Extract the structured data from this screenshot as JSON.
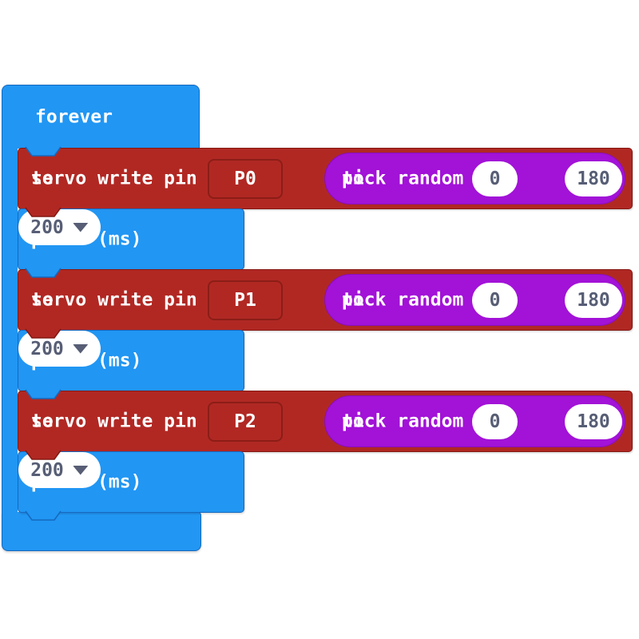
{
  "app": "MakeCode blocks workspace",
  "colors": {
    "background": "#ffffff",
    "loop_block": "#2196F3",
    "loop_block_border": "#1668BE",
    "servo_block": "#B12823",
    "servo_block_border": "#841812",
    "math_block": "#A212D7",
    "math_block_border": "#8A0FB5",
    "field_bg": "#ffffff",
    "field_text": "#575E75",
    "label_text": "#ffffff"
  },
  "forever": {
    "label": "forever"
  },
  "rows": [
    {
      "type": "servo",
      "label": "servo write pin",
      "pin": "P0",
      "to_label": "to",
      "pick": {
        "label": "pick random",
        "min": "0",
        "to_label": "to",
        "max": "180"
      }
    },
    {
      "type": "pause",
      "label": "pause (ms)",
      "value": "200"
    },
    {
      "type": "servo",
      "label": "servo write pin",
      "pin": "P1",
      "to_label": "to",
      "pick": {
        "label": "pick random",
        "min": "0",
        "to_label": "to",
        "max": "180"
      }
    },
    {
      "type": "pause",
      "label": "pause (ms)",
      "value": "200"
    },
    {
      "type": "servo",
      "label": "servo write pin",
      "pin": "P2",
      "to_label": "to",
      "pick": {
        "label": "pick random",
        "min": "0",
        "to_label": "to",
        "max": "180"
      }
    },
    {
      "type": "pause",
      "label": "pause (ms)",
      "value": "200"
    }
  ]
}
